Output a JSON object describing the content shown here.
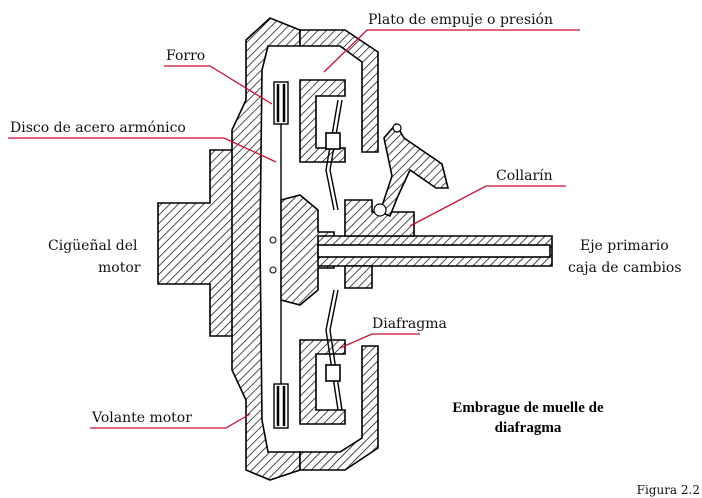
{
  "labels": {
    "plato": "Plato de empuje o presión",
    "forro": "Forro",
    "disco": "Disco de acero armónico",
    "collarin": "Collarín",
    "ciguenal_line1": "Cigüeñal del",
    "ciguenal_line2": "motor",
    "eje_line1": "Eje primario",
    "eje_line2": "caja de cambios",
    "diafragma": "Diafragma",
    "volante": "Volante motor"
  },
  "title": {
    "line1": "Embrague de muelle de",
    "line2": "diafragma"
  },
  "figure_caption": "Figura 2.2",
  "colors": {
    "leader": "#c8102e",
    "hatch": "#000000",
    "background": "#ffffff"
  }
}
